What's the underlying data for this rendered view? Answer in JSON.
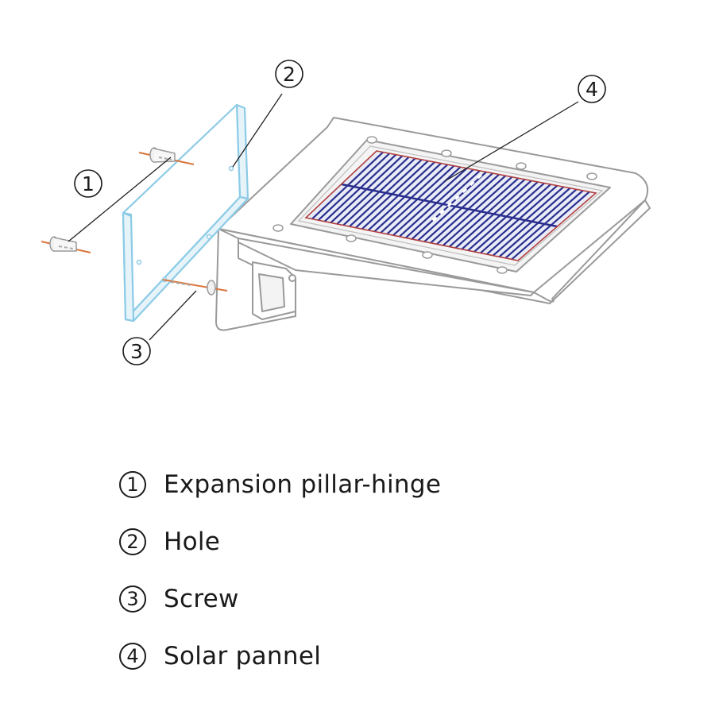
{
  "callouts": [
    {
      "num": "1",
      "label": "Expansion pillar-hinge"
    },
    {
      "num": "2",
      "label": "Hole"
    },
    {
      "num": "3",
      "label": "Screw"
    },
    {
      "num": "4",
      "label": "Solar pannel"
    }
  ],
  "colors": {
    "bracket": "#8ccbe6",
    "panel_cells": "#2a2f8f",
    "panel_border": "#b04040",
    "screw_line": "#d9763c",
    "housing_stroke": "#9a9a9a",
    "leader": "#222222"
  }
}
